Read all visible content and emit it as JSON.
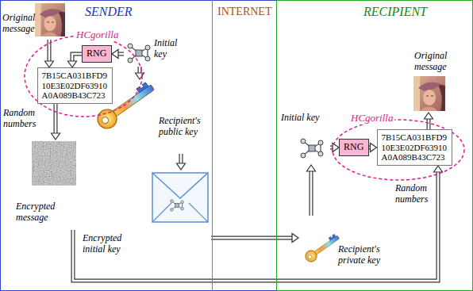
{
  "diagram": {
    "nodes": [
      {
        "text": [
          "SENDER"
        ]
      },
      {
        "text": [
          "INTERNET"
        ]
      },
      {
        "text": [
          "RECIPIENT"
        ]
      },
      {
        "text": [
          "Original message"
        ],
        "in": 0
      },
      {
        "text": [
          "HCgorilla"
        ],
        "in": 0
      },
      {
        "text": [
          "RNG"
        ],
        "in": 4
      },
      {
        "text": [
          "7B15CA031BFD9 10E3E02DF63910 A0A089B43C723"
        ],
        "in": 4
      },
      {
        "text": [
          "Initial key"
        ],
        "in": 0
      },
      {
        "text": [
          "Recipient's public key"
        ],
        "in": 0
      },
      {
        "text": [
          "Encrypted message"
        ],
        "in": 0
      },
      {
        "text": [
          "Encrypted initial key"
        ],
        "in": 0
      },
      {
        "text": [
          "Original message"
        ],
        "in": 2
      },
      {
        "text": [
          "HCgorilla"
        ],
        "in": 2
      },
      {
        "text": [
          "RNG"
        ],
        "in": 12
      },
      {
        "text": [
          "7B15CA031BFD9 10E3E02DF63910 A0A089B43C723"
        ],
        "in": 12
      },
      {
        "text": [
          "Initial key"
        ],
        "in": 2
      },
      {
        "text": [
          "Recipient's private key"
        ],
        "in": 2
      }
    ],
    "edges": [
      {
        "from": 3,
        "to": 6,
        "arrow": "to"
      },
      {
        "from": 7,
        "to": 5,
        "arrow": "to"
      },
      {
        "from": 5,
        "to": 6,
        "arrow": "to"
      },
      {
        "from": 7,
        "to": 8,
        "arrow": "to"
      },
      {
        "from": 6,
        "to": 9,
        "arrow": "to"
      },
      {
        "from": 8,
        "to": 10,
        "arrow": "to"
      },
      {
        "from": 10,
        "to": 16,
        "arrow": "to"
      },
      {
        "from": 16,
        "to": 15,
        "arrow": "to"
      },
      {
        "from": 15,
        "to": 13,
        "arrow": "to"
      },
      {
        "from": 13,
        "to": 14,
        "arrow": "to"
      },
      {
        "from": 14,
        "to": 11,
        "arrow": "to"
      },
      {
        "from": 9,
        "to": 14,
        "arrow": "to"
      }
    ],
    "labels": [
      "Random numbers",
      "Random numbers"
    ]
  }
}
